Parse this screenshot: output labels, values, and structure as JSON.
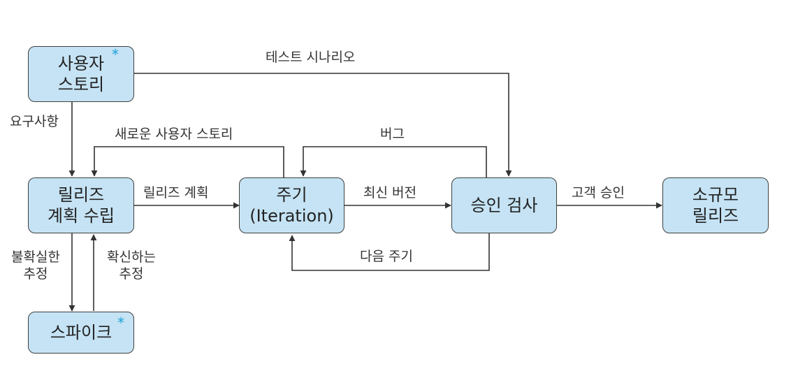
{
  "nodes": {
    "user_story": {
      "line1": "사용자",
      "line2": "스토리",
      "mark": "*"
    },
    "release_planning": {
      "line1": "릴리즈",
      "line2": "계획 수립"
    },
    "iteration": {
      "line1": "주기",
      "line2": "(Iteration)"
    },
    "acceptance_test": {
      "line1": "승인 검사"
    },
    "small_release": {
      "line1": "소규모",
      "line2": "릴리즈"
    },
    "spike": {
      "line1": "스파이크",
      "mark": "*"
    }
  },
  "edges": {
    "test_scenario": "테스트 시나리오",
    "requirements": "요구사항",
    "new_user_story": "새로운 사용자 스토리",
    "bug": "버그",
    "release_plan": "릴리즈 계획",
    "latest_version": "최신 버전",
    "customer_approval": "고객 승인",
    "next_iteration": "다음 주기",
    "uncertain_estimate": {
      "line1": "불확실한",
      "line2": "추정"
    },
    "confident_estimate": {
      "line1": "확신하는",
      "line2": "추정"
    }
  },
  "colors": {
    "box_fill": "#c5e3f4",
    "box_border": "#3f3f3f",
    "mark": "#1ea0d8",
    "line": "#333333"
  }
}
